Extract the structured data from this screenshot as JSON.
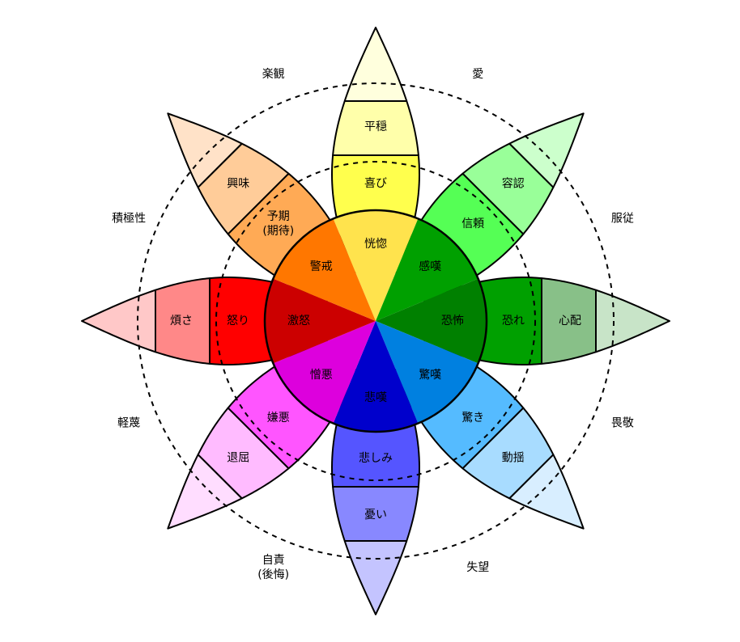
{
  "center_colors": [
    "#ffe34d",
    "#00a000",
    "#008000",
    "#0080e0",
    "#0000cc",
    "#dd00dd",
    "#cc0000",
    "#ff7700"
  ],
  "petals": [
    {
      "name": "joy",
      "colors": [
        "#ffe34d",
        "#ffff4d",
        "#ffffaa",
        "#ffffdd"
      ],
      "labels": [
        "恍惚",
        "喜び",
        "平穏"
      ]
    },
    {
      "name": "trust",
      "colors": [
        "#00a000",
        "#55ff55",
        "#99ff99",
        "#ccffcc"
      ],
      "labels": [
        "感嘆",
        "信頼",
        "容認"
      ]
    },
    {
      "name": "fear",
      "colors": [
        "#008000",
        "#00a000",
        "#88c088",
        "#c8e4c8"
      ],
      "labels": [
        "恐怖",
        "恐れ",
        "心配"
      ]
    },
    {
      "name": "surprise",
      "colors": [
        "#0080e0",
        "#55bbff",
        "#a8dcff",
        "#d8eeff"
      ],
      "labels": [
        "驚嘆",
        "驚き",
        "動揺"
      ]
    },
    {
      "name": "sadness",
      "colors": [
        "#0000cc",
        "#5555ff",
        "#8888ff",
        "#c4c4ff"
      ],
      "labels": [
        "悲嘆",
        "悲しみ",
        "憂い"
      ]
    },
    {
      "name": "disgust",
      "colors": [
        "#dd00dd",
        "#ff55ff",
        "#ffbbff",
        "#ffddff"
      ],
      "labels": [
        "憎悪",
        "嫌悪",
        "退屈"
      ]
    },
    {
      "name": "anger",
      "colors": [
        "#cc0000",
        "#ff0000",
        "#ff8888",
        "#ffc8c8"
      ],
      "labels": [
        "激怒",
        "怒り",
        "煩さ"
      ]
    },
    {
      "name": "anticipation",
      "colors": [
        "#ff7700",
        "#ffaa55",
        "#ffcc99",
        "#ffe2c8"
      ],
      "labels": [
        "警戒",
        "予期\n(期待)",
        "興味"
      ]
    }
  ],
  "dyads": [
    {
      "label": "愛"
    },
    {
      "label": "服従"
    },
    {
      "label": "畏敬"
    },
    {
      "label": "失望"
    },
    {
      "label": "自責\n(後悔)"
    },
    {
      "label": "軽蔑"
    },
    {
      "label": "積極性"
    },
    {
      "label": "楽観"
    }
  ]
}
